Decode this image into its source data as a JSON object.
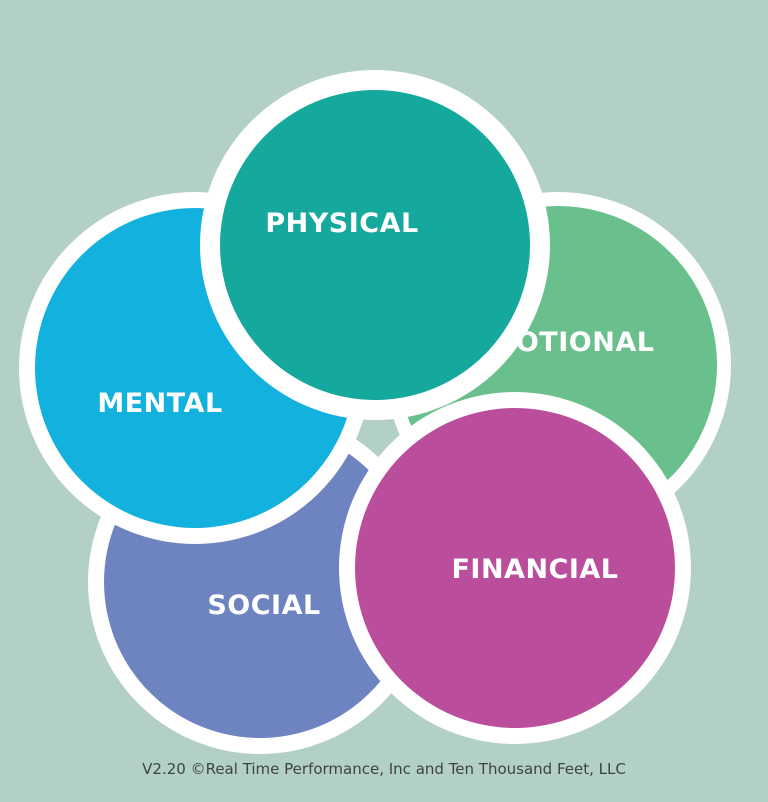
{
  "diagram": {
    "circles": [
      {
        "key": "emotional",
        "label": "EMOTIONAL",
        "color": "#69c08c"
      },
      {
        "key": "social",
        "label": "SOCIAL",
        "color": "#6e84c0"
      },
      {
        "key": "financial",
        "label": "FINANCIAL",
        "color": "#bb4d9d"
      },
      {
        "key": "mental",
        "label": "MENTAL",
        "color": "#12b1de"
      },
      {
        "key": "physical",
        "label": "PHYSICAL",
        "color": "#15a89c"
      }
    ],
    "ring_color": "#ffffff",
    "background": "#b3d0c6"
  },
  "footer": {
    "copyright": "V2.20 ©Real Time Performance, Inc and Ten Thousand Feet, LLC"
  }
}
